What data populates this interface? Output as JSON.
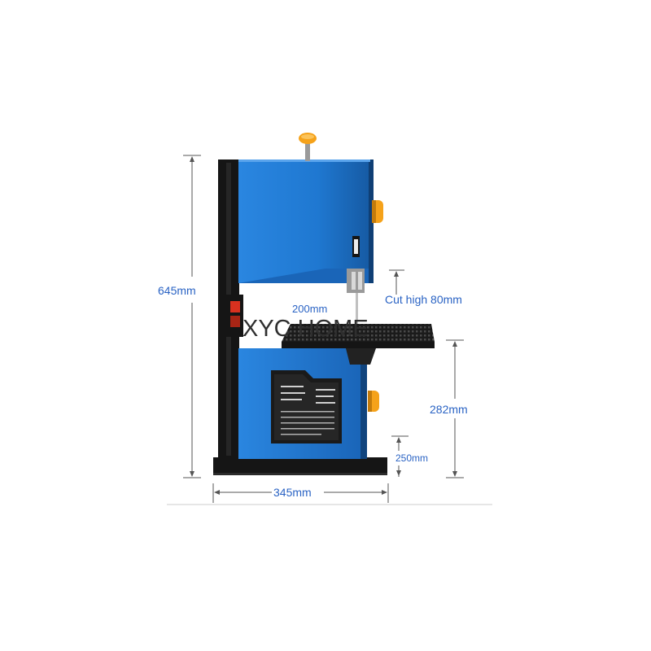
{
  "watermark": "XYC HOME",
  "dimensions": {
    "height_total": "645mm",
    "width_base": "345mm",
    "throat_width": "200mm",
    "cut_high": "Cut high 80mm",
    "table_height": "282mm",
    "base_height": "250mm"
  },
  "colors": {
    "body_blue": "#1f78d1",
    "body_blue_dark": "#165aa3",
    "frame_black": "#151515",
    "knob_orange": "#f5a21a",
    "dimension_text": "#2a63c4",
    "dimension_line": "#555555",
    "switch_red": "#d9311f"
  }
}
